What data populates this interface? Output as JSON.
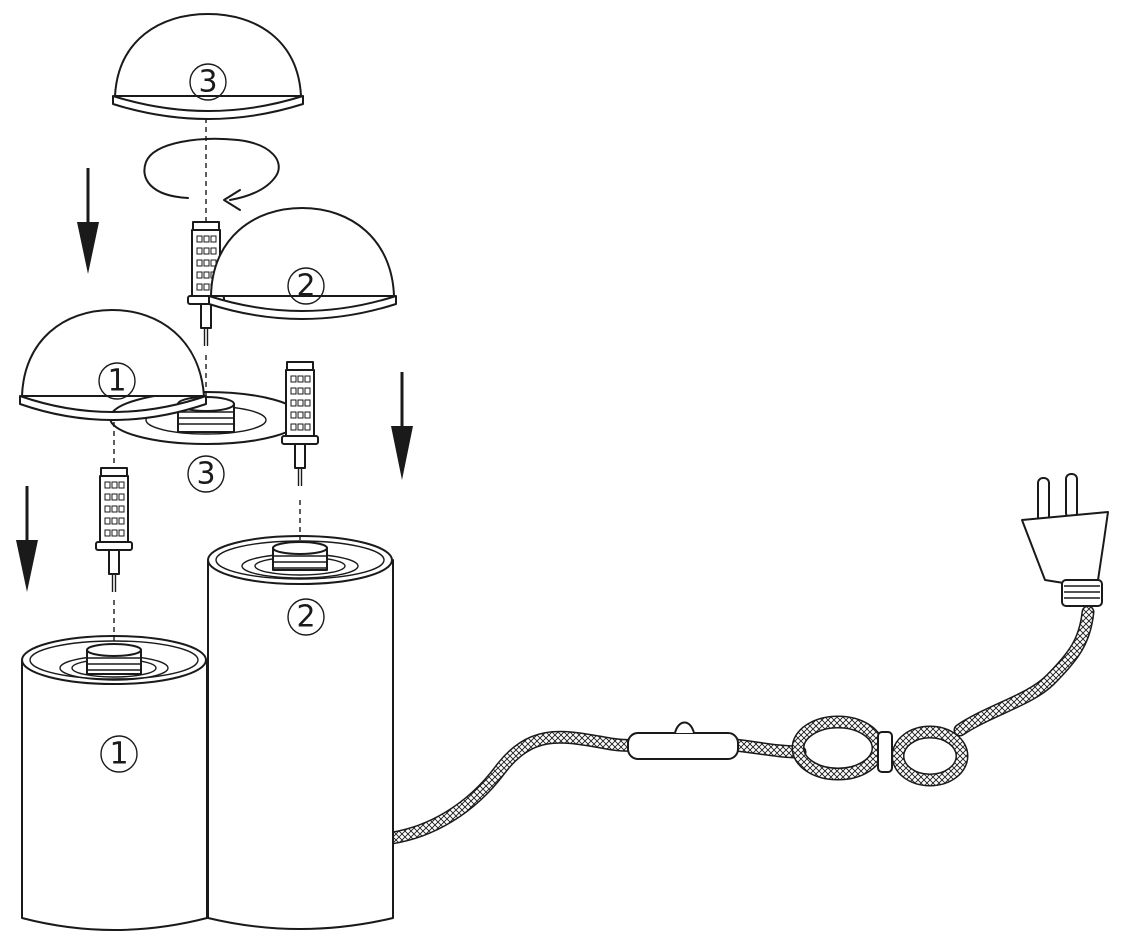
{
  "labels": {
    "dome_3": "3",
    "dome_2": "2",
    "dome_1": "1",
    "collar_3": "3",
    "cylinder_2": "2",
    "cylinder_1": "1"
  },
  "icons": [
    "arrow-down-icon",
    "rotate-arrow-icon",
    "led-bulb-icon",
    "plug-icon",
    "switch-icon",
    "cable-icon"
  ]
}
